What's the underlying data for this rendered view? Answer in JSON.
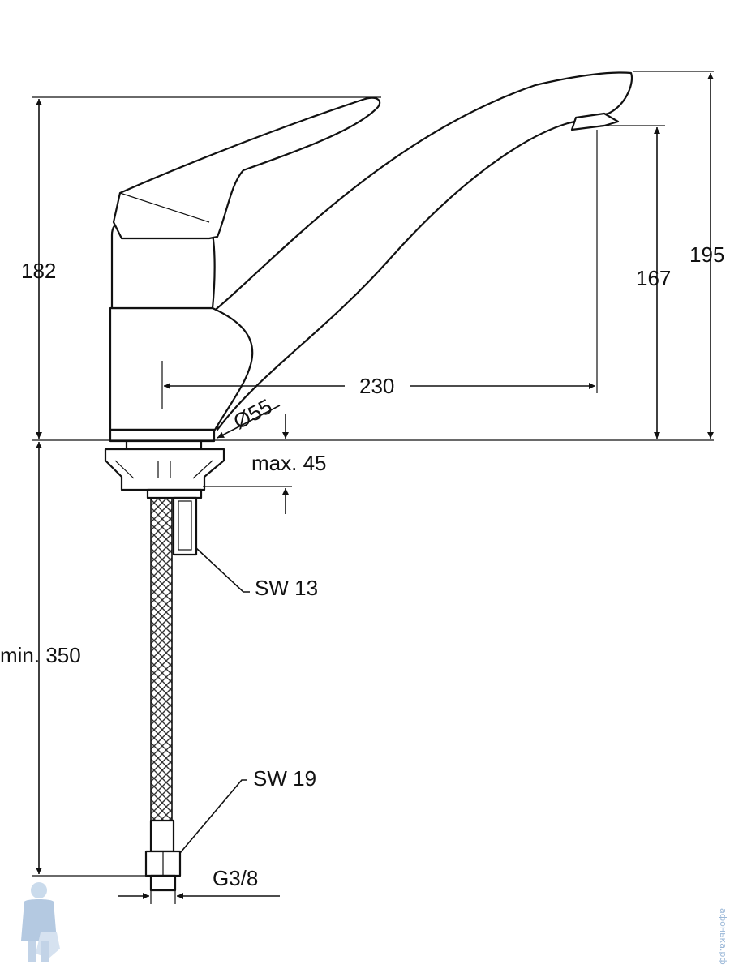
{
  "dimensions": {
    "height_total": "182",
    "height_spout_top": "195",
    "height_outlet": "167",
    "reach": "230",
    "base_diameter": "Ø55",
    "max_thickness": "max. 45",
    "min_hose": "min. 350",
    "wrench_small": "SW 13",
    "wrench_large": "SW 19",
    "thread": "G3/8"
  },
  "watermark": {
    "text": "афонька.рф",
    "figure": "plumber-mascot"
  },
  "colors": {
    "line": "#111111",
    "watermark": "#9bb8d8"
  }
}
